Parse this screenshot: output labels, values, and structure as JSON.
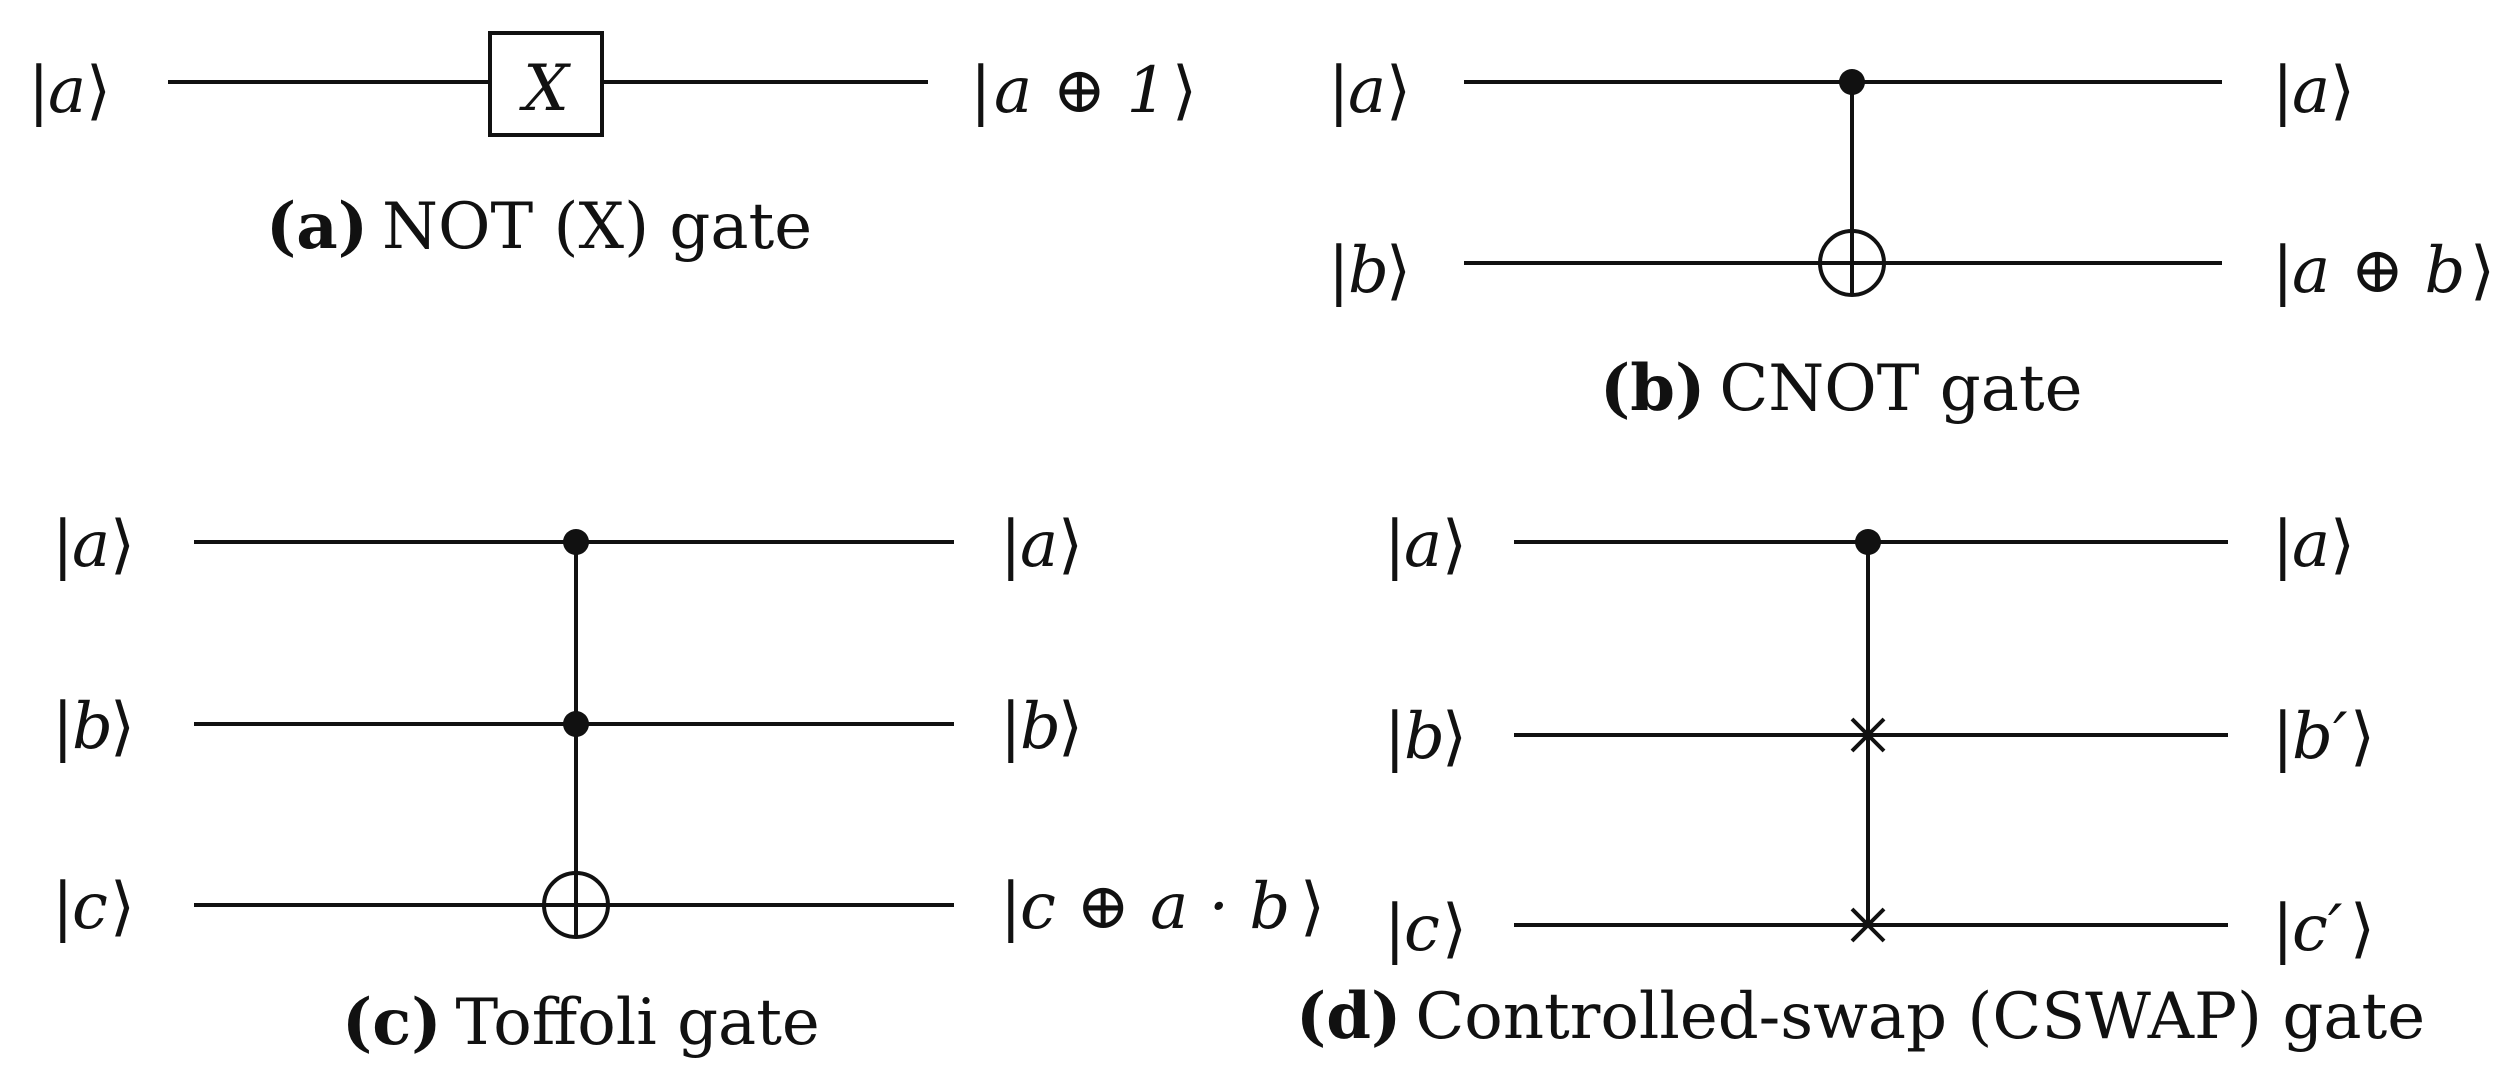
{
  "panels": {
    "a": {
      "input": [
        "a"
      ],
      "output": [
        "a ⊕ 1"
      ],
      "gate_symbol": "X",
      "caption_tag": "(a)",
      "caption_text": "NOT (X) gate"
    },
    "b": {
      "input": [
        "a",
        "b"
      ],
      "output": [
        "a",
        "a ⊕ b"
      ],
      "caption_tag": "(b)",
      "caption_text": "CNOT gate"
    },
    "c": {
      "input": [
        "a",
        "b",
        "c"
      ],
      "output": [
        "a",
        "b",
        "c ⊕ a · b"
      ],
      "caption_tag": "(c)",
      "caption_text": "Toffoli gate"
    },
    "d": {
      "input": [
        "a",
        "b",
        "c"
      ],
      "output": [
        "a",
        "b′",
        "c′"
      ],
      "caption_tag": "(d)",
      "caption_text": "Controlled-swap (CSWAP) gate"
    }
  }
}
